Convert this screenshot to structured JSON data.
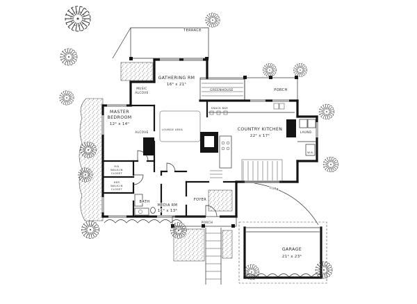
{
  "drawing": {
    "ink": "#1c1c1c",
    "paper": "#ffffff"
  },
  "labels": {
    "terrace": "TERRACE",
    "music_line1": "MUSIC",
    "music_line2": "ALCOVE",
    "gathering_name": "GATHERING RM",
    "gathering_dims": "16⁸ x 21⁵",
    "greenhouse": "GREENHOUSE",
    "porch_upper": "PORCH",
    "master_line1": "MASTER",
    "master_line2": "BEDROOM",
    "master_dims": "12⁴ x 14⁰",
    "alcove": "ALCOVE",
    "lounge": "LOUNGE AREA",
    "snack_bar": "SNACK BAR",
    "kitchen_name": "COUNTRY KITCHEN",
    "kitchen_dims": "22⁰ x 17⁴",
    "laundry": "LAUND.",
    "wb": "W.B.",
    "his_line1": "HIS",
    "his_line2": "WALK-IN",
    "his_line3": "CLOSET",
    "her_line1": "HER",
    "her_line2": "WALK-IN",
    "her_line3": "CLOSET",
    "bath": "BATH",
    "media_name": "MEDIA RM",
    "media_dims": "11⁰ x 13⁶",
    "foyer": "FOYER",
    "porch_lower": "PORCH",
    "curb": "CURB",
    "garage_name": "GARAGE",
    "garage_dims": "21⁴ x 23⁶"
  }
}
